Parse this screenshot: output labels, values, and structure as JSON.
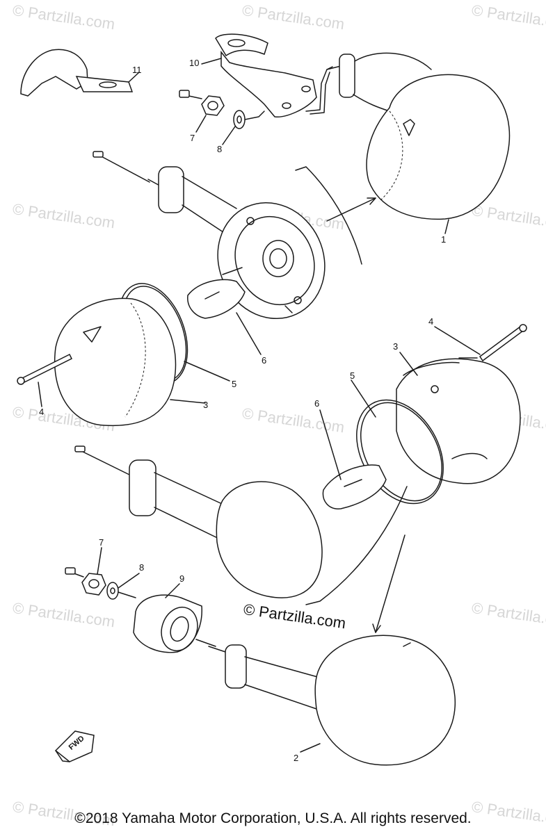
{
  "watermark_text": "© Partzilla.com",
  "logo_text": "© Partzilla.com",
  "copyright": "©2018 Yamaha Motor Corporation, U.S.A. All rights reserved.",
  "fwd_label": "FWD",
  "callouts": {
    "c1": "1",
    "c2": "2",
    "c3a": "3",
    "c3b": "3",
    "c4a": "4",
    "c4b": "4",
    "c5a": "5",
    "c5b": "5",
    "c6a": "6",
    "c6b": "6",
    "c7a": "7",
    "c7b": "7",
    "c8a": "8",
    "c8b": "8",
    "c9": "9",
    "c10": "10",
    "c11": "11"
  }
}
